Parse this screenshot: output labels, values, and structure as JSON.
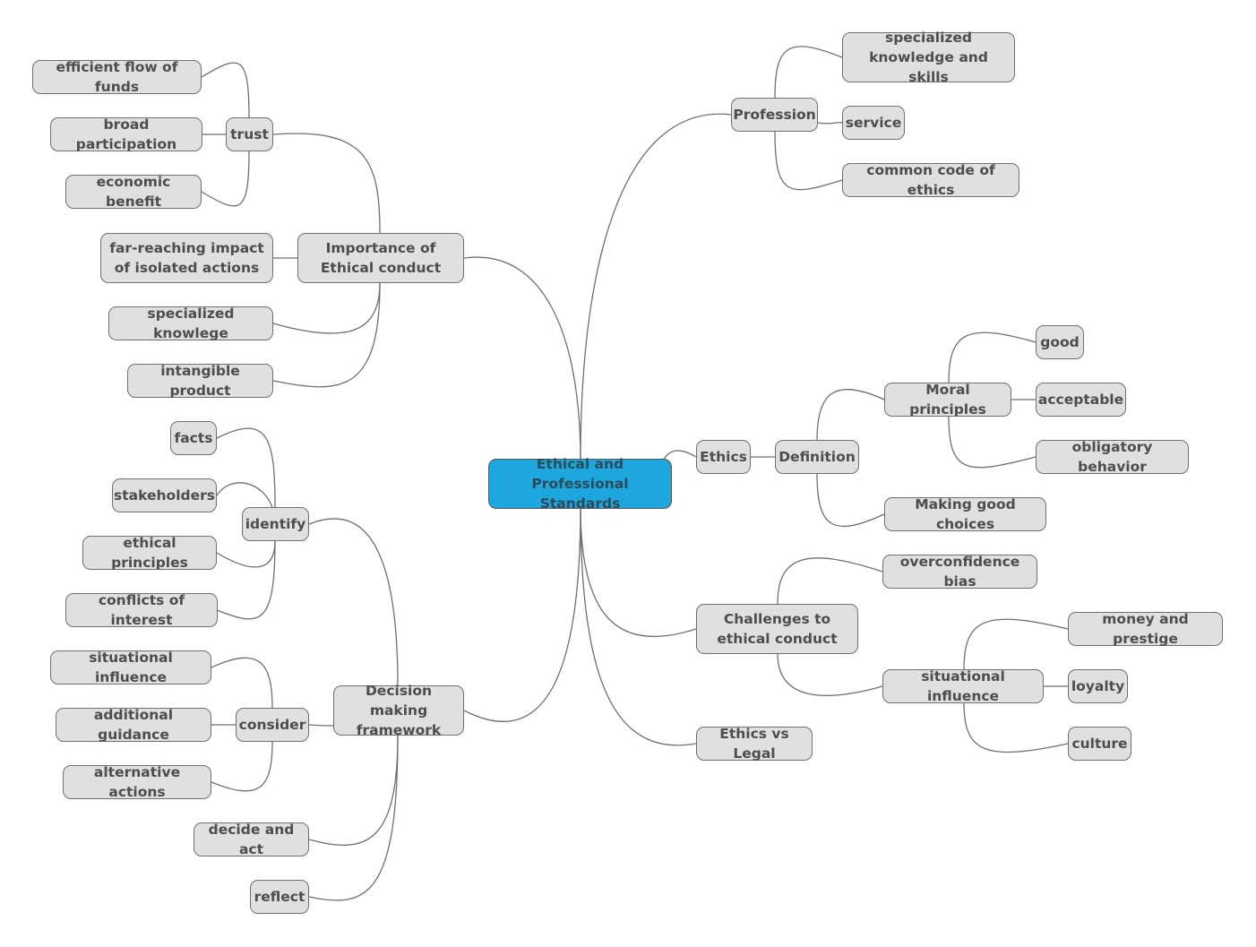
{
  "colors": {
    "root_fill": "#1ea7de",
    "node_fill": "#e0e0e0",
    "node_border": "#6f6f6f",
    "edge": "#6f6f6f",
    "text": "#4d4d4d"
  },
  "mindmap": {
    "root": "Ethical and Professional Standards",
    "importance": "Importance of Ethical conduct",
    "trust": "trust",
    "efficient_flow": "efficient flow of funds",
    "broad_participation": "broad participation",
    "economic_benefit": "economic benefit",
    "far_reaching": "far-reaching impact of isolated actions",
    "specialized_knowlege": "specialized knowlege",
    "intangible_product": "intangible product",
    "decision_framework": "Decision making framework",
    "identify": "identify",
    "facts": "facts",
    "stakeholders": "stakeholders",
    "ethical_principles": "ethical principles",
    "conflicts_of_interest": "conflicts of interest",
    "consider": "consider",
    "situational_influence_left": "situational influence",
    "additional_guidance": "additional guidance",
    "alternative_actions": "alternative actions",
    "decide_and_act": "decide and act",
    "reflect": "reflect",
    "profession": "Profession",
    "specialized_knowledge_skills": "specialized knowledge and skills",
    "service": "service",
    "common_code": "common code of ethics",
    "ethics": "Ethics",
    "definition": "Definition",
    "moral_principles": "Moral principles",
    "good": "good",
    "acceptable": "acceptable",
    "obligatory_behavior": "obligatory behavior",
    "making_good_choices": "Making good choices",
    "challenges": "Challenges to ethical conduct",
    "overconfidence_bias": "overconfidence bias",
    "situational_influence_right": "situational influence",
    "money_and_prestige": "money and prestige",
    "loyalty": "loyalty",
    "culture": "culture",
    "ethics_vs_legal": "Ethics vs Legal"
  }
}
